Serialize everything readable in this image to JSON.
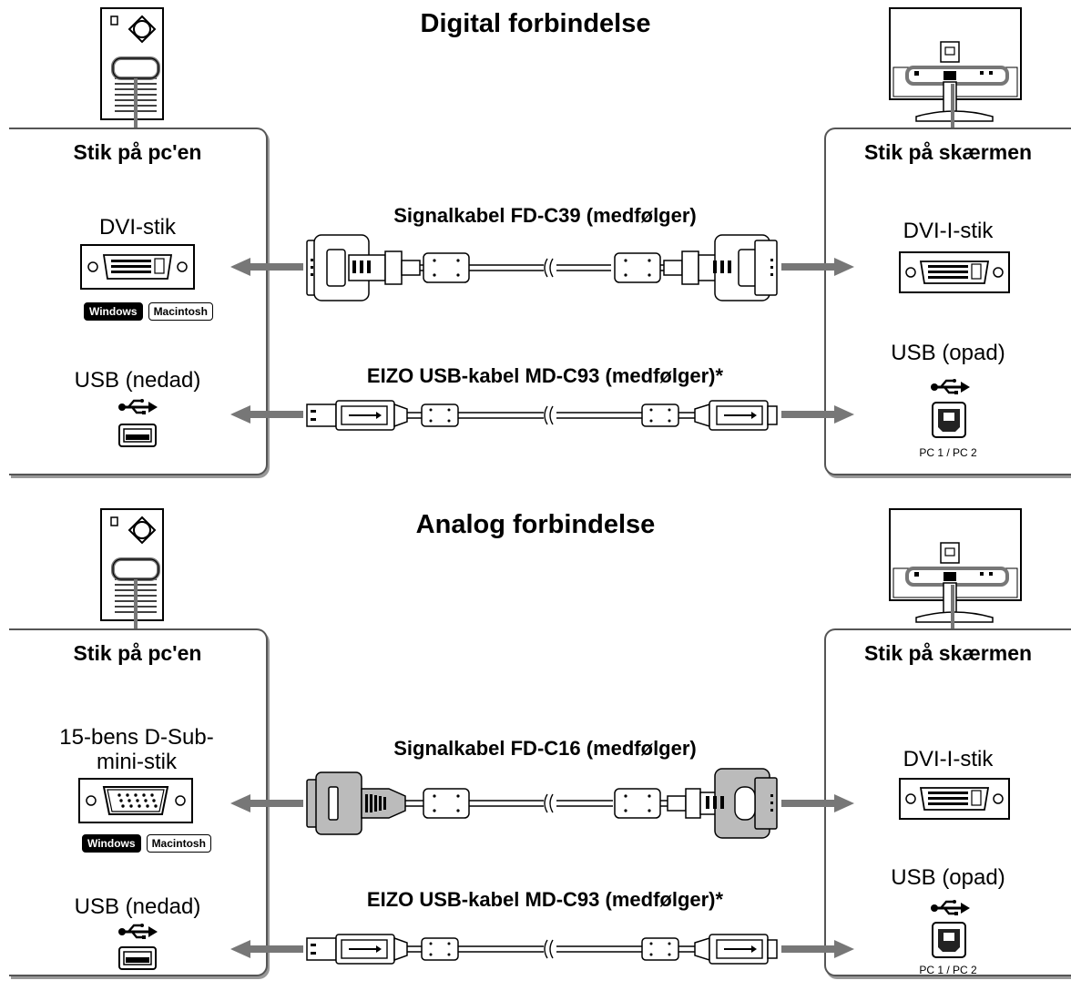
{
  "sections": [
    {
      "title": "Digital forbindelse",
      "left_panel": {
        "heading": "Stik på pc'en",
        "video_port_label": "DVI-stik",
        "os_badges": [
          "Windows",
          "Macintosh"
        ],
        "usb_label": "USB (nedad)"
      },
      "right_panel": {
        "heading": "Stik på skærmen",
        "video_port_label": "DVI-I-stik",
        "usb_label": "USB (opad)",
        "usb_ports_note": "PC 1 / PC 2"
      },
      "signal_cable": "Signalkabel FD-C39 (medfølger)",
      "usb_cable": "EIZO USB-kabel MD-C93 (medfølger)*"
    },
    {
      "title": "Analog forbindelse",
      "left_panel": {
        "heading": "Stik på pc'en",
        "video_port_label": "15-bens D-Sub-mini-stik",
        "os_badges": [
          "Windows",
          "Macintosh"
        ],
        "usb_label": "USB (nedad)"
      },
      "right_panel": {
        "heading": "Stik på skærmen",
        "video_port_label": "DVI-I-stik",
        "usb_label": "USB (opad)",
        "usb_ports_note": "PC 1 / PC 2"
      },
      "signal_cable": "Signalkabel FD-C16 (medfølger)",
      "usb_cable": "EIZO USB-kabel MD-C93 (medfølger)*"
    }
  ],
  "icons": [
    "pc-tower-icon",
    "monitor-back-icon",
    "dvi-port-icon",
    "dsub-port-icon",
    "usb-a-port-icon",
    "usb-b-port-icon",
    "usb-symbol-icon",
    "arrow-left-icon",
    "arrow-right-icon",
    "dvi-cable-icon",
    "dsub-dvi-cable-icon",
    "usb-cable-icon"
  ]
}
